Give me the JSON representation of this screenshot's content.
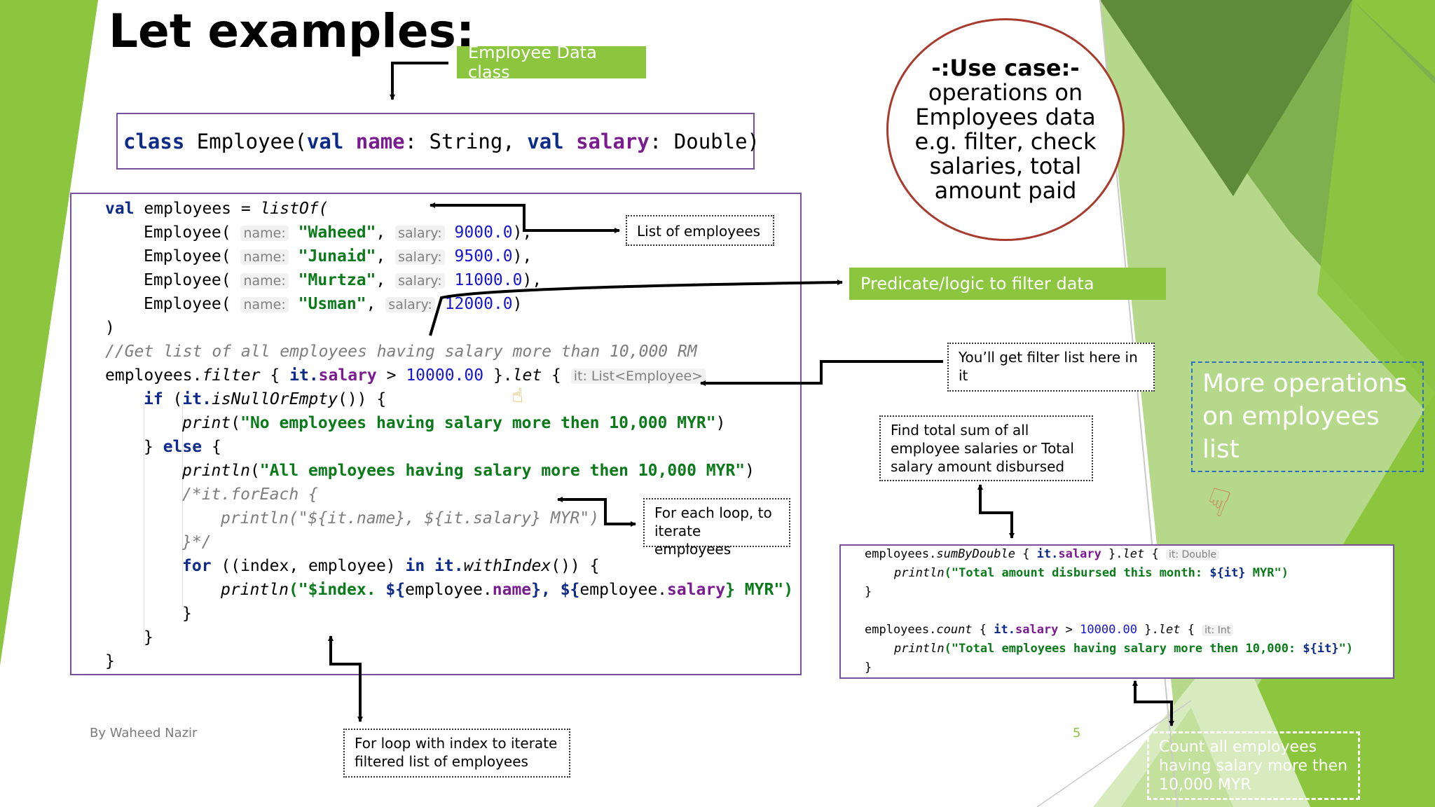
{
  "slide": {
    "title": "Let examples:",
    "author": "By Waheed Nazir",
    "page_number": "5",
    "colors": {
      "accent_green": "#8cc63f",
      "dark_green": "#5e8a3a",
      "code_border": "#7a4f9c",
      "usecase_border": "#a83a2e"
    }
  },
  "labels": {
    "employee_data_class": "Employee Data class",
    "predicate": "Predicate/logic to filter data",
    "list_of_employees": "List of employees",
    "filter_list": "You’ll get filter list here in it",
    "for_each": "For each loop, to iterate employees",
    "for_loop_index": "For loop with index to iterate filtered list of employees",
    "find_total": "Find total sum of all employee salaries or Total salary amount disbursed",
    "count_all": "Count all employees having salary more then 10,000 MYR",
    "more_operations": "More operations on employees list",
    "use_case_heading": "-:Use case:-",
    "use_case_body": "operations on Employees data e.g. filter, check salaries, total amount paid"
  },
  "class_decl": {
    "kw_class": "class",
    "name": "Employee(",
    "kw_val1": "val",
    "p_name": "name",
    "t1": ": String, ",
    "kw_val2": "val",
    "p_salary": "salary",
    "t2": ": Double)"
  },
  "main_code": {
    "l1_kw": "val",
    "l1_rest": " employees = ",
    "l1_fn": "listOf(",
    "employees": [
      {
        "prefix": "Employee(",
        "name_hint": "name:",
        "name": "\"Waheed\"",
        "sep": ",",
        "salary_hint": "salary:",
        "salary": "9000.0",
        "end": "),"
      },
      {
        "prefix": "Employee(",
        "name_hint": "name:",
        "name": "\"Junaid\"",
        "sep": ",",
        "salary_hint": "salary:",
        "salary": "9500.0",
        "end": "),"
      },
      {
        "prefix": "Employee(",
        "name_hint": "name:",
        "name": "\"Murtza\"",
        "sep": ",",
        "salary_hint": "salary:",
        "salary": "11000.0",
        "end": "),"
      },
      {
        "prefix": "Employee(",
        "name_hint": "name:",
        "name": "\"Usman\"",
        "sep": ",",
        "salary_hint": "salary:",
        "salary": "12000.0",
        "end": ")"
      }
    ],
    "close_paren": ")",
    "comment": "//Get list of all employees having salary more than 10,000 RM",
    "filter_a": "employees.",
    "filter_fn": "filter",
    "filter_b": " { ",
    "filter_it": "it.",
    "filter_prop": "salary",
    "filter_c": " > ",
    "filter_num": "10000.00",
    "filter_d": " }.",
    "filter_let": "let",
    "filter_e": " { ",
    "filter_hint": "it: List<Employee>",
    "if_kw": "if",
    "if_a": " (",
    "if_it": "it.",
    "if_fn": "isNullOrEmpty",
    "if_b": "()) {",
    "print_fn": "print",
    "print_str": "\"No employees having salary more then 10,000 MYR\"",
    "else_a": "} ",
    "else_kw": "else",
    "else_b": " {",
    "println_fn": "println",
    "println_str": "\"All employees having salary more then 10,000 MYR\"",
    "cmt1": "/*it.forEach {",
    "cmt2": "println(\"${it.name}, ${it.salary} MYR\")",
    "cmt3": "}*/",
    "for_kw": "for",
    "for_a": " ((index, employee) ",
    "for_in": "in",
    "for_b": " ",
    "for_it": "it.",
    "for_fn": "withIndex",
    "for_c": "()) {",
    "p2_fn": "println",
    "p2_a": "(\"$index. ",
    "p2_b": "${",
    "p2_c": "employee.",
    "p2_name": "name",
    "p2_d": "}, ",
    "p2_e": "${",
    "p2_f": "employee.",
    "p2_sal": "salary",
    "p2_g": "} MYR\")",
    "brace": "}"
  },
  "right_code": {
    "s1_a": "employees.",
    "s1_fn": "sumByDouble",
    "s1_b": " { ",
    "s1_it": "it.",
    "s1_prop": "salary",
    "s1_c": " }.",
    "s1_let": "let",
    "s1_d": " { ",
    "s1_hint": "it: Double",
    "s2_fn": "println",
    "s2_str": "(\"Total amount disbursed this month: ",
    "s2_tmpl": "${it}",
    "s2_end": " MYR\")",
    "c1_a": "employees.",
    "c1_fn": "count",
    "c1_b": " { ",
    "c1_it": "it.",
    "c1_prop": "salary",
    "c1_c": " > ",
    "c1_num": "10000.00",
    "c1_d": " }.",
    "c1_let": "let",
    "c1_e": " { ",
    "c1_hint": "it: Int",
    "c2_fn": "println",
    "c2_str": "(\"Total employees having salary more then 10,000: ",
    "c2_tmpl": "${it}",
    "c2_end": "\")",
    "brace": "}"
  }
}
